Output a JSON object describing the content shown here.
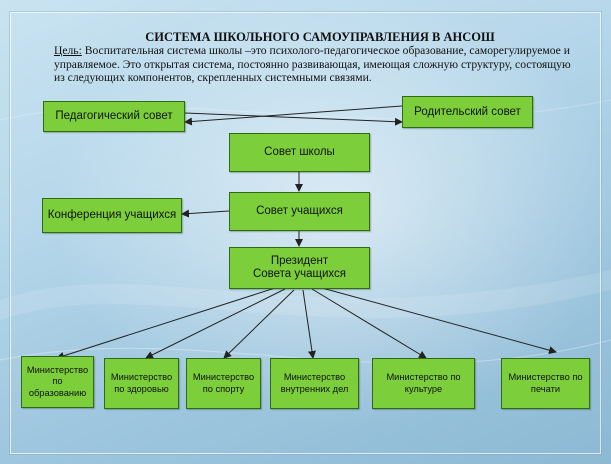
{
  "title": "СИСТЕМА ШКОЛЬНОГО САМОУПРАВЛЕНИЯ В АНСОШ",
  "intro": {
    "label": "Цель:",
    "text": " Воспитательная система школы –это психолого-педагогическое образование, саморегулируемое и управляемое. Это открытая система, постоянно развивающая, имеющая сложную структуру, состоящую из следующих компонентов, скрепленных системными связями."
  },
  "nodes": {
    "ped_council": "Педагогический совет",
    "parent_council": "Родительский совет",
    "school_council": "Совет школы",
    "student_conference": "Конференция учащихся",
    "student_council": "Совет учащихся",
    "president_line1": "Президент",
    "president_line2": "Совета учащихся"
  },
  "ministries": [
    {
      "line1": "Министерство",
      "line2": "по",
      "line3": "образованию"
    },
    {
      "line1": "Министерство",
      "line2": "по здоровью"
    },
    {
      "line1": "Министерство",
      "line2": "по спорту"
    },
    {
      "line1": "Министерство",
      "line2": "внутренних дел"
    },
    {
      "line1": "Министерство по",
      "line2": "культуре"
    },
    {
      "line1": "Министерство по",
      "line2": "печати"
    }
  ]
}
